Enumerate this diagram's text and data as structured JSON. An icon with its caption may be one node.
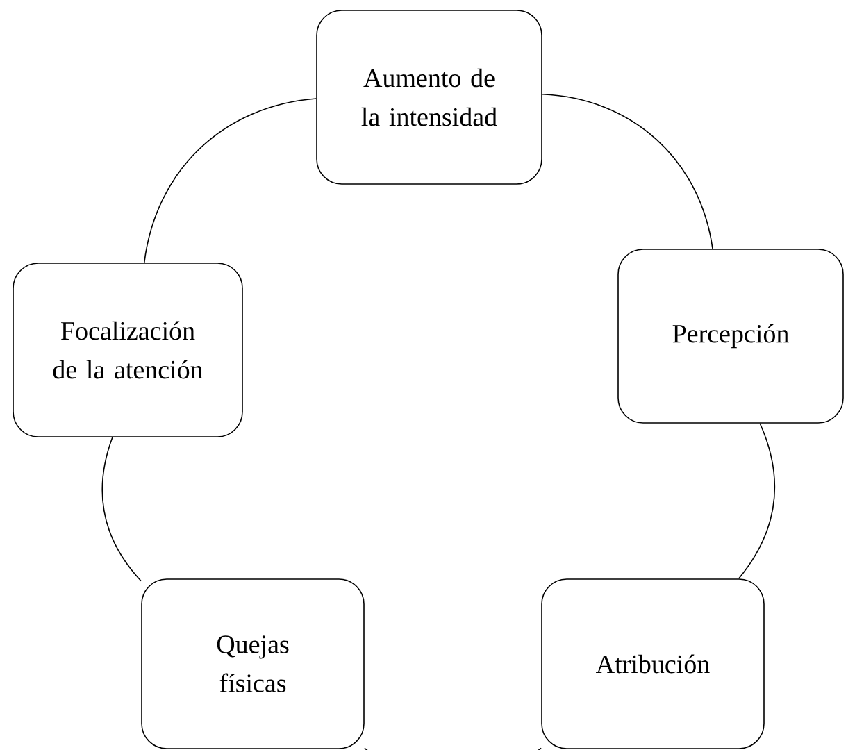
{
  "diagram": {
    "nodes": [
      {
        "text": [
          "Aumento de la intensidad"
        ]
      },
      {
        "text": [
          "Percepción"
        ]
      },
      {
        "text": [
          "Atribución"
        ]
      },
      {
        "text": [
          "Quejas físicas"
        ]
      },
      {
        "text": [
          "Focalización de la atención"
        ]
      }
    ],
    "edges": [
      {
        "from": 0,
        "to": 1,
        "arrow": "none"
      },
      {
        "from": 1,
        "to": 2,
        "arrow": "none"
      },
      {
        "from": 2,
        "to": 3,
        "arrow": "none"
      },
      {
        "from": 3,
        "to": 4,
        "arrow": "none"
      },
      {
        "from": 4,
        "to": 0,
        "arrow": "none"
      }
    ]
  }
}
